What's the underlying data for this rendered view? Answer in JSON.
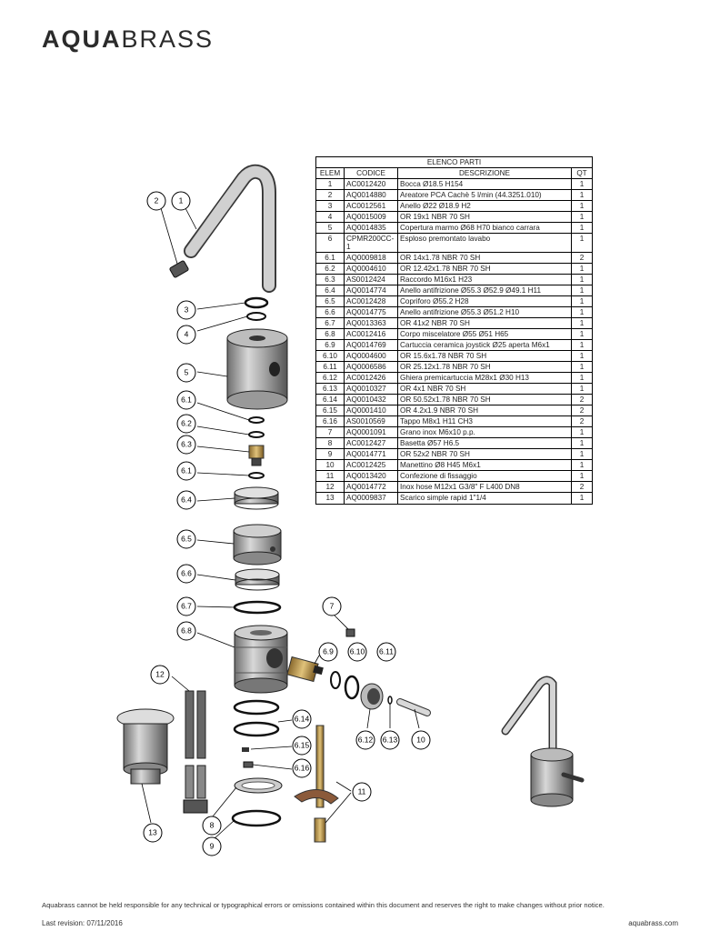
{
  "brand": {
    "bold": "AQUA",
    "light": "BRASS"
  },
  "table": {
    "title": "ELENCO PARTI",
    "headers": [
      "ELEM",
      "CODICE",
      "DESCRIZIONE",
      "QT"
    ],
    "rows": [
      [
        "1",
        "AC0012420",
        "Bocca Ø18.5 H154",
        "1"
      ],
      [
        "2",
        "AQ0014880",
        "Areatore PCA Cachè  5 l/min (44.3251.010)",
        "1"
      ],
      [
        "3",
        "AC0012561",
        "Anello Ø22 Ø18.9 H2",
        "1"
      ],
      [
        "4",
        "AQ0015009",
        "OR 19x1 NBR 70 SH",
        "1"
      ],
      [
        "5",
        "AQ0014835",
        "Copertura marmo Ø68 H70 bianco carrara",
        "1"
      ],
      [
        "6",
        "CPMR200CC-1",
        "Esploso premontato lavabo",
        "1"
      ],
      [
        "6.1",
        "AQ0009818",
        "OR 14x1.78 NBR 70 SH",
        "2"
      ],
      [
        "6.2",
        "AQ0004610",
        "OR 12.42x1.78 NBR 70 SH",
        "1"
      ],
      [
        "6.3",
        "AS0012424",
        "Raccordo M16x1 H23",
        "1"
      ],
      [
        "6.4",
        "AQ0014774",
        "Anello antifrizione Ø55.3 Ø52.9 Ø49.1 H11",
        "1"
      ],
      [
        "6.5",
        "AC0012428",
        "Copriforo Ø55.2 H28",
        "1"
      ],
      [
        "6.6",
        "AQ0014775",
        "Anello antifrizione Ø55.3 Ø51.2 H10",
        "1"
      ],
      [
        "6.7",
        "AQ0013363",
        "OR 41x2 NBR 70 SH",
        "1"
      ],
      [
        "6.8",
        "AC0012416",
        "Corpo miscelatore Ø55 Ø51 H65",
        "1"
      ],
      [
        "6.9",
        "AQ0014769",
        "Cartuccia ceramica joystick Ø25 aperta M6x1",
        "1"
      ],
      [
        "6.10",
        "AQ0004600",
        "OR 15.6x1.78 NBR 70 SH",
        "1"
      ],
      [
        "6.11",
        "AQ0006586",
        "OR 25.12x1.78 NBR 70 SH",
        "1"
      ],
      [
        "6.12",
        "AC0012426",
        "Ghiera premicartuccia M28x1 Ø30 H13",
        "1"
      ],
      [
        "6.13",
        "AQ0010327",
        "OR 4x1 NBR 70 SH",
        "1"
      ],
      [
        "6.14",
        "AQ0010432",
        "OR 50.52x1.78 NBR 70 SH",
        "2"
      ],
      [
        "6.15",
        "AQ0001410",
        "OR 4.2x1.9 NBR 70 SH",
        "2"
      ],
      [
        "6.16",
        "AS0010569",
        "Tappo M8x1 H11 CH3",
        "2"
      ],
      [
        "7",
        "AQ0001091",
        "Grano inox M6x10 p.p.",
        "1"
      ],
      [
        "8",
        "AC0012427",
        "Basetta Ø57 H6.5",
        "1"
      ],
      [
        "9",
        "AQ0014771",
        "OR 52x2 NBR 70 SH",
        "1"
      ],
      [
        "10",
        "AC0012425",
        "Manettino Ø8 H45 M6x1",
        "1"
      ],
      [
        "11",
        "AQ0013420",
        "Confezione di fissaggio",
        "1"
      ],
      [
        "12",
        "AQ0014772",
        "Inox hose M12x1 G3/8\" F L400 DN8",
        "2"
      ],
      [
        "13",
        "AQ0009837",
        "Scarico simple rapid 1\"1/4",
        "1"
      ]
    ]
  },
  "callouts": {
    "c1": "1",
    "c2": "2",
    "c3": "3",
    "c4": "4",
    "c5": "5",
    "c61a": "6.1",
    "c62": "6.2",
    "c63": "6.3",
    "c61b": "6.1",
    "c64": "6.4",
    "c65": "6.5",
    "c66": "6.6",
    "c67": "6.7",
    "c68": "6.8",
    "c7": "7",
    "c69": "6.9",
    "c610": "6.10",
    "c611": "6.11",
    "c612": "6.12",
    "c613": "6.13",
    "c10": "10",
    "c12": "12",
    "c614": "6.14",
    "c615": "6.15",
    "c616": "6.16",
    "c11": "11",
    "c13": "13",
    "c8": "8",
    "c9": "9"
  },
  "footer": {
    "disclaimer": "Aquabrass cannot be held responsible for any technical or typographical errors or omissions contained within this document and reserves the right to make changes without prior notice.",
    "revision": "Last revision:  07/11/2016",
    "website": "aquabrass.com"
  }
}
